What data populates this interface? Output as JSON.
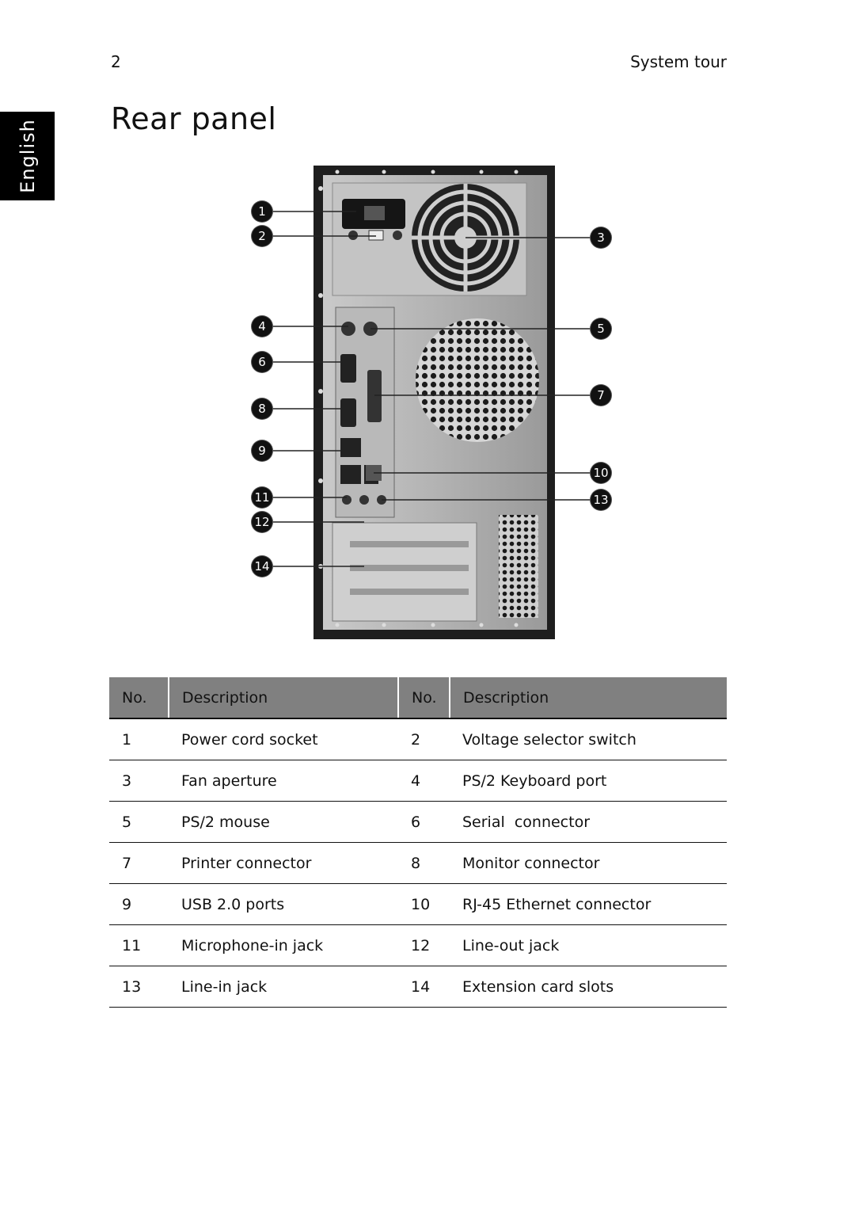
{
  "header": {
    "page_number": "2",
    "section": "System tour"
  },
  "side_tab": {
    "label": "English"
  },
  "title": "Rear panel",
  "figure": {
    "callouts": [
      "1",
      "2",
      "3",
      "4",
      "5",
      "6",
      "7",
      "8",
      "9",
      "10",
      "11",
      "12",
      "13",
      "14"
    ]
  },
  "table": {
    "headers": {
      "no": "No.",
      "description": "Description"
    },
    "rows": [
      {
        "no1": "1",
        "desc1": "Power cord socket",
        "no2": "2",
        "desc2": "Voltage selector switch"
      },
      {
        "no1": "3",
        "desc1": "Fan aperture",
        "no2": "4",
        "desc2": "PS/2 Keyboard port"
      },
      {
        "no1": "5",
        "desc1": "PS/2 mouse",
        "no2": "6",
        "desc2": "Serial  connector"
      },
      {
        "no1": "7",
        "desc1": "Printer connector",
        "no2": "8",
        "desc2": "Monitor connector"
      },
      {
        "no1": "9",
        "desc1": "USB 2.0 ports",
        "no2": "10",
        "desc2": "RJ-45 Ethernet connector"
      },
      {
        "no1": "11",
        "desc1": "Microphone-in jack",
        "no2": "12",
        "desc2": "Line-out jack"
      },
      {
        "no1": "13",
        "desc1": "Line-in jack",
        "no2": "14",
        "desc2": "Extension card slots"
      }
    ]
  }
}
